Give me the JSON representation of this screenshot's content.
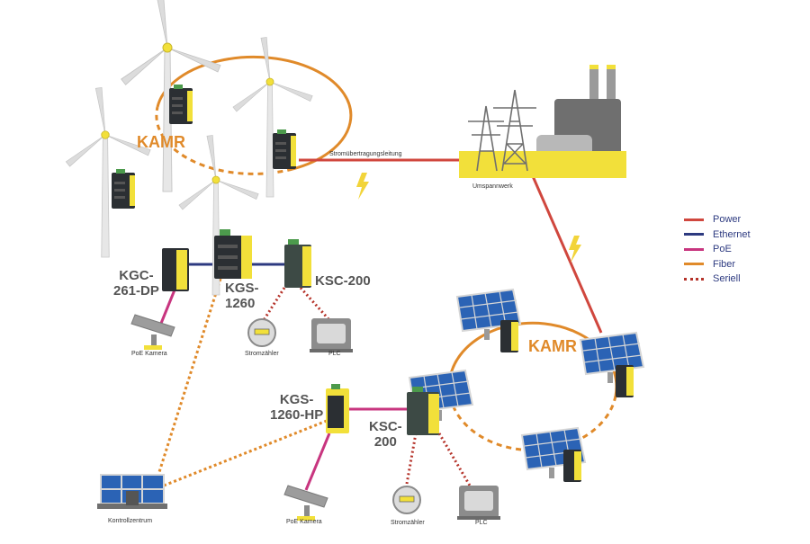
{
  "rings": {
    "top": "KAMR",
    "right": "KAMR"
  },
  "devices": {
    "kgc": [
      "KGC-",
      "261-DP"
    ],
    "kgs_top": [
      "KGS-",
      "1260"
    ],
    "ksc_top": "KSC-200",
    "kgs_hp": [
      "KGS-",
      "1260-HP"
    ],
    "ksc_bottom": [
      "KSC-",
      "200"
    ]
  },
  "small_labels": {
    "power_line": "Stromübertragungsleitung",
    "substation": "Umspannwerk",
    "poe_cam_top": "PoE Kamera",
    "meter_top": "Stromzähler",
    "plc_top": "PLC",
    "control_center": "Kontrollzentrum",
    "poe_cam_bottom": "PoE Kamera",
    "meter_bottom": "Stromzähler",
    "plc_bottom": "PLC"
  },
  "legend": [
    {
      "label": "Power",
      "color": "#d0473e",
      "style": "solid"
    },
    {
      "label": "Ethernet",
      "color": "#2d3a80",
      "style": "solid"
    },
    {
      "label": "PoE",
      "color": "#c8357f",
      "style": "solid"
    },
    {
      "label": "Fiber",
      "color": "#e08a2a",
      "style": "solid"
    },
    {
      "label": "Seriell",
      "color": "#b5332a",
      "style": "dotted"
    }
  ],
  "colors": {
    "power": "#d0473e",
    "ethernet": "#2d3a80",
    "poe": "#c8357f",
    "fiber": "#e08a2a",
    "serial": "#b5332a",
    "device_yellow": "#f2e03a",
    "device_dark": "#2b2f33",
    "panel_blue": "#2b63b5",
    "lightning": "#f2d43a"
  },
  "icons": [
    "wind-turbine-icon",
    "industrial-switch-icon",
    "solar-panel-icon",
    "power-plant-icon",
    "transmission-tower-icon",
    "lightning-icon",
    "camera-icon",
    "meter-icon",
    "plc-icon",
    "monitor-icon"
  ]
}
